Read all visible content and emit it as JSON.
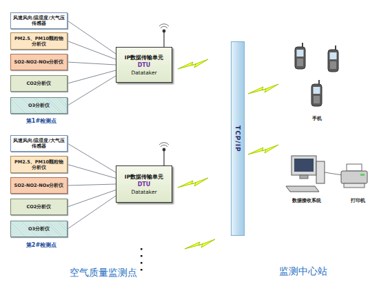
{
  "diagram": {
    "nodes": [
      {
        "text": [
          "风速风向/温湿度/大气压传感器"
        ]
      },
      {
        "text": [
          "PM2.5、PM10颗粒物分析仪"
        ]
      },
      {
        "text": [
          "SO2-NO2-NOx分析仪"
        ]
      },
      {
        "text": [
          "CO2分析仪"
        ]
      },
      {
        "text": [
          "O3分析仪"
        ]
      },
      {
        "text": [
          "IP数据传输单元",
          "DTU",
          "Datataker"
        ]
      },
      {
        "text": [
          "风速风向/温湿度/大气压传感器"
        ]
      },
      {
        "text": [
          "PM2.5、PM10颗粒物分析仪"
        ]
      },
      {
        "text": [
          "SO2-NO2-NOx分析仪"
        ]
      },
      {
        "text": [
          "CO2分析仪"
        ]
      },
      {
        "text": [
          "O3分析仪"
        ]
      },
      {
        "text": [
          "IP数据传输单元",
          "DTU",
          "Datataker"
        ]
      },
      {
        "text": [
          "TCP/IP"
        ]
      }
    ],
    "edges": [
      {
        "from": 0,
        "to": 5,
        "arrow": "none"
      },
      {
        "from": 1,
        "to": 5,
        "arrow": "none"
      },
      {
        "from": 2,
        "to": 5,
        "arrow": "none"
      },
      {
        "from": 3,
        "to": 5,
        "arrow": "none"
      },
      {
        "from": 4,
        "to": 5,
        "arrow": "none"
      },
      {
        "from": 6,
        "to": 11,
        "arrow": "none"
      },
      {
        "from": 7,
        "to": 11,
        "arrow": "none"
      },
      {
        "from": 8,
        "to": 11,
        "arrow": "none"
      },
      {
        "from": 9,
        "to": 11,
        "arrow": "none"
      },
      {
        "from": 10,
        "to": 11,
        "arrow": "none"
      }
    ],
    "labels": [
      "第1#检测点",
      "第2#检测点",
      "空气质量监测点",
      "手机",
      "数据接收系统",
      "打印机",
      "监测中心站"
    ]
  }
}
